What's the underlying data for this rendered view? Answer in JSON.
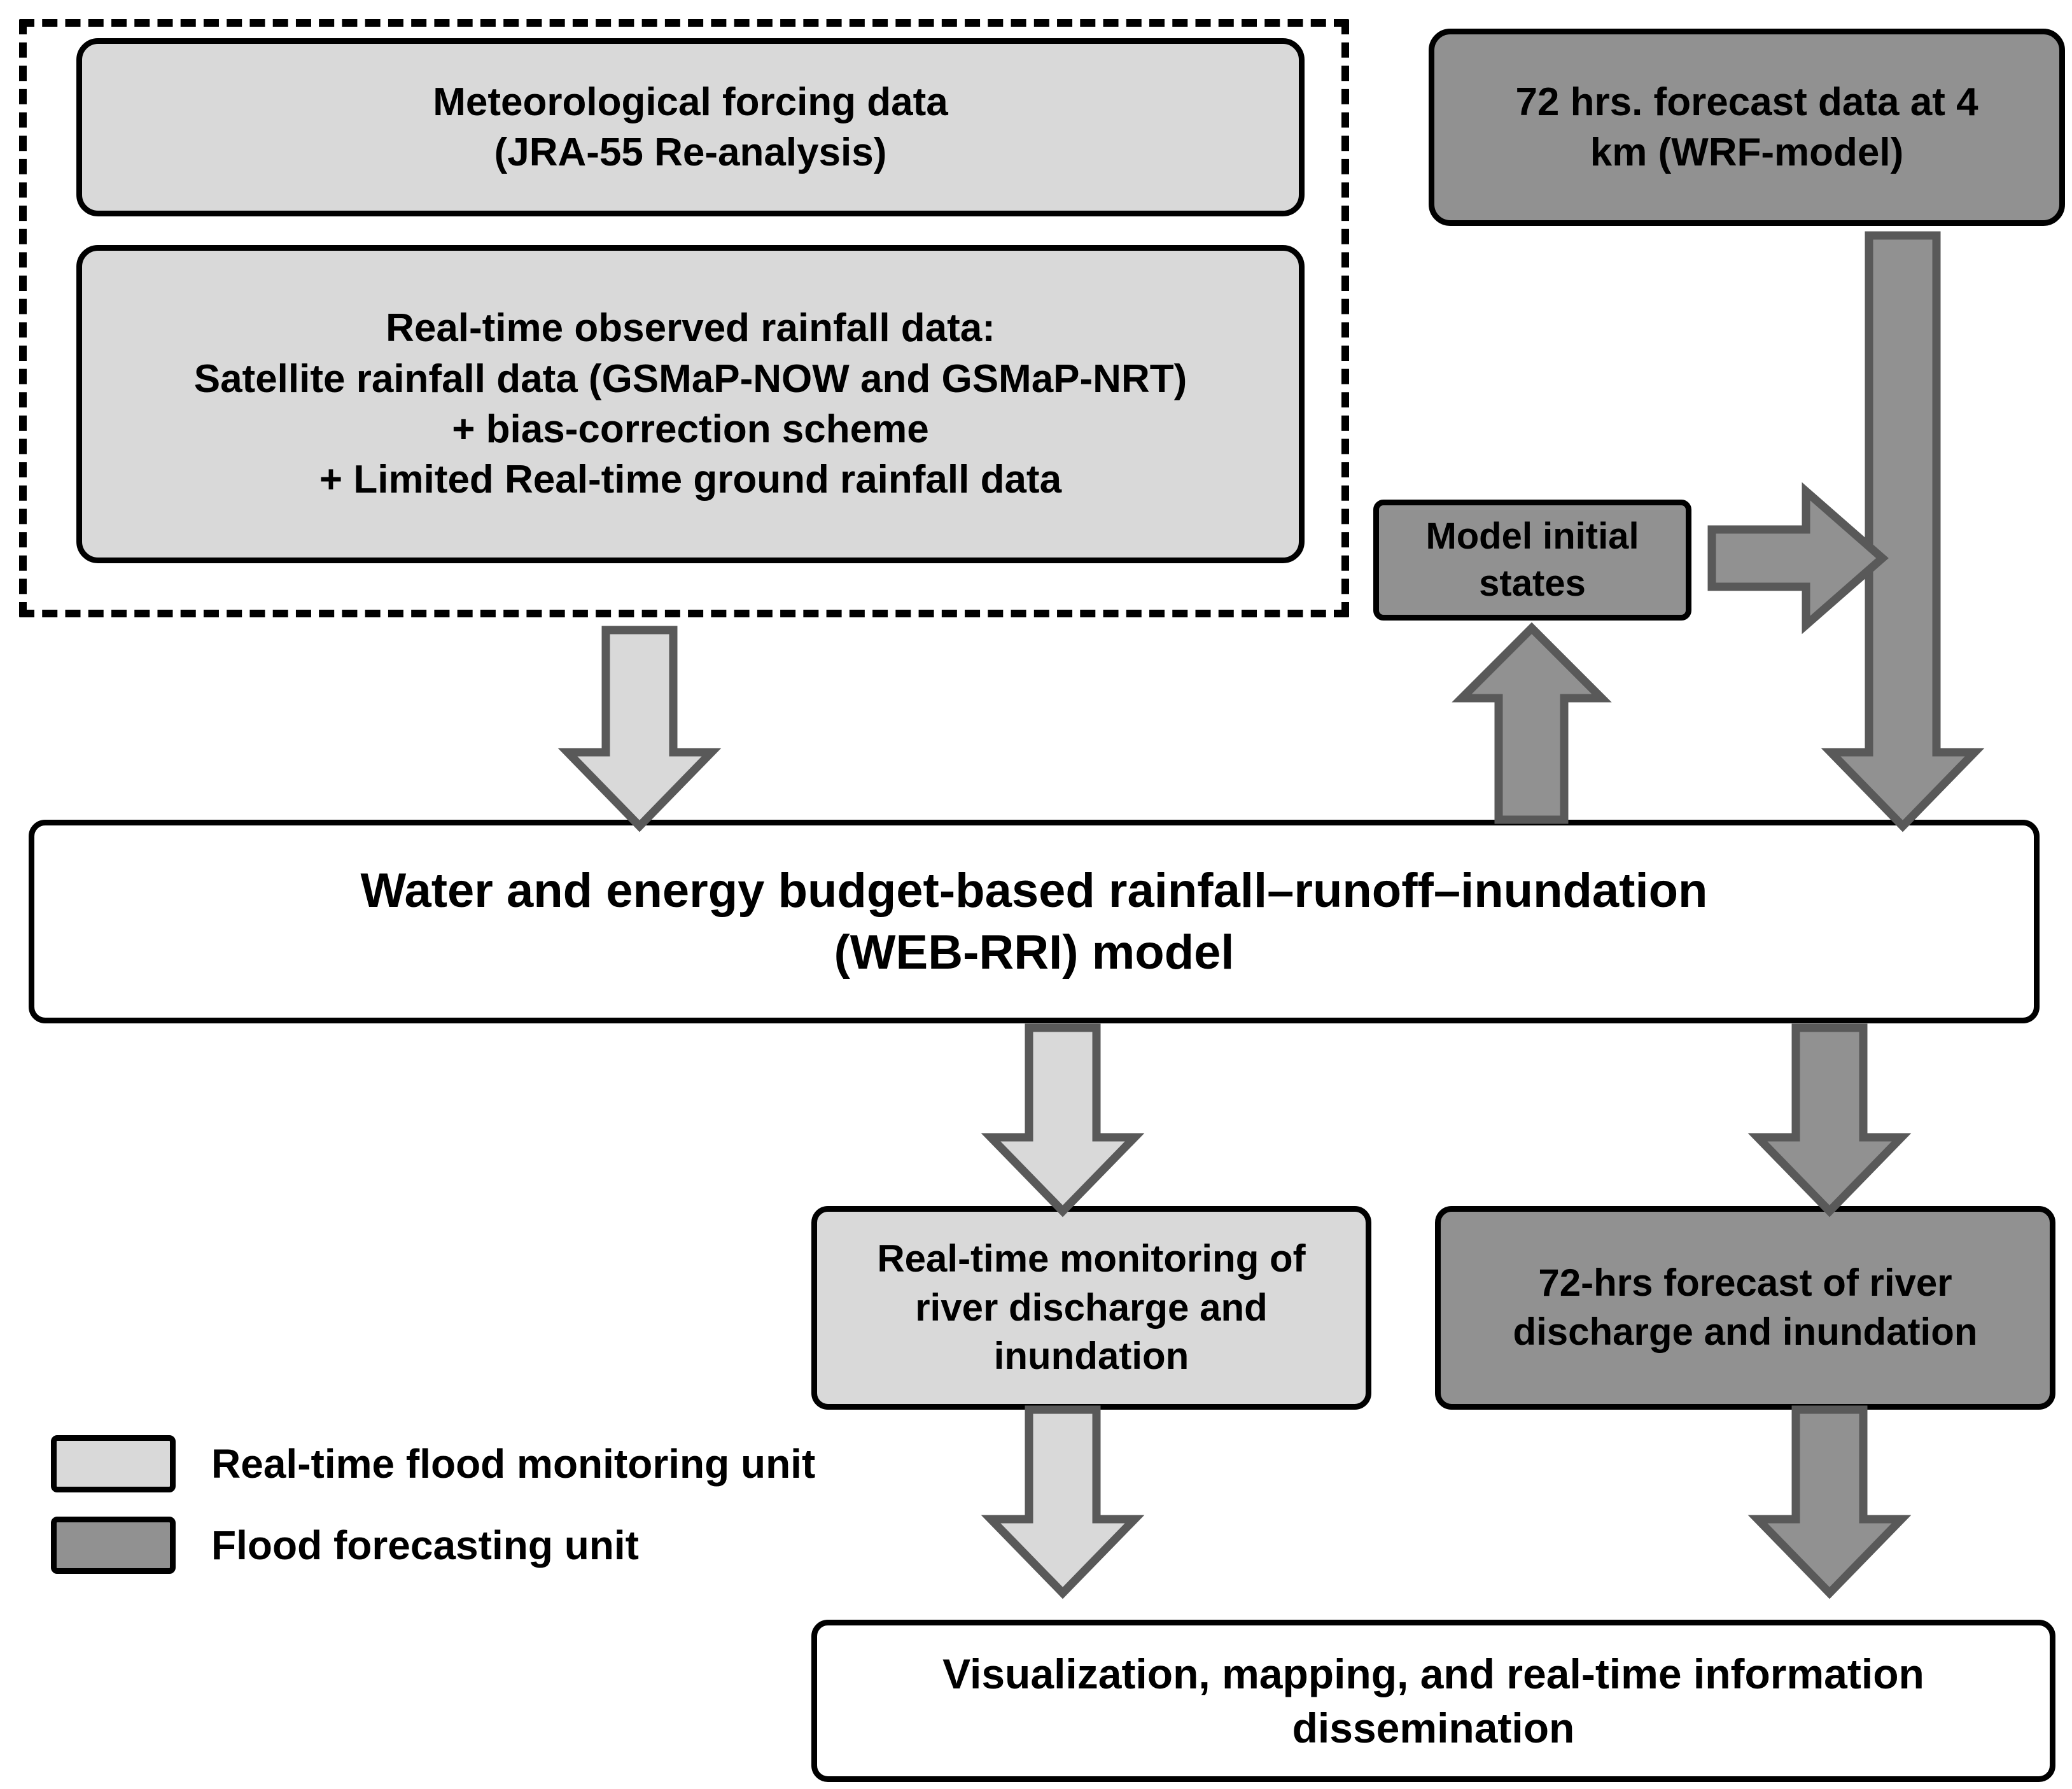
{
  "diagram": {
    "title": "Real-time flood monitoring and forecasting system flowchart",
    "colors": {
      "monitoring_unit_fill": "#d9d9d9",
      "forecasting_unit_fill": "#919191",
      "plain_fill": "#ffffff",
      "outline": "#000000",
      "arrow_outline": "#595959",
      "arrow_light_fill": "#d9d9d9",
      "arrow_dark_fill": "#919191"
    }
  },
  "nodes": {
    "meteorological_forcing": {
      "line1": "Meteorological forcing data",
      "line2": "(JRA-55 Re-analysis)",
      "unit": "Real-time flood monitoring unit"
    },
    "observed_rainfall": {
      "line1": "Real-time observed rainfall data:",
      "line2": "Satellite rainfall data (GSMaP-NOW and GSMaP-NRT)",
      "line3": "+ bias-correction scheme",
      "line4": "+ Limited Real-time ground rainfall data",
      "unit": "Real-time flood monitoring unit"
    },
    "forecast_data": {
      "line1": "72 hrs. forecast data at 4",
      "line2": "km (WRF-model)",
      "unit": "Flood forecasting unit"
    },
    "model_initial_states": {
      "line1": "Model initial",
      "line2": "states",
      "unit": "Flood forecasting unit"
    },
    "web_rri_model": {
      "line1": "Water and energy budget-based rainfall–runoff–inundation",
      "line2": "(WEB-RRI) model"
    },
    "realtime_monitoring_output": {
      "line1": "Real-time monitoring of",
      "line2": "river discharge and",
      "line3": "inundation",
      "unit": "Real-time flood monitoring unit"
    },
    "forecast_output": {
      "line1": "72-hrs forecast of river",
      "line2": "discharge and inundation",
      "unit": "Flood forecasting unit"
    },
    "visualization": {
      "line1": "Visualization, mapping, and real-time information",
      "line2": "dissemination"
    }
  },
  "legend": {
    "items": [
      {
        "swatch_color": "#d9d9d9",
        "label": "Real-time flood monitoring unit"
      },
      {
        "swatch_color": "#919191",
        "label": "Flood forecasting unit"
      }
    ]
  },
  "flow": {
    "edges": [
      {
        "from": "observed_rainfall_group",
        "to": "web_rri_model",
        "style": "light-arrow-down"
      },
      {
        "from": "forecast_data",
        "to": "web_rri_model",
        "style": "dark-arrow-down"
      },
      {
        "from": "model_initial_states",
        "to": "forecast_data_path",
        "style": "dark-arrow-right"
      },
      {
        "from": "web_rri_model",
        "to": "model_initial_states",
        "style": "dark-arrow-up"
      },
      {
        "from": "web_rri_model",
        "to": "realtime_monitoring_output",
        "style": "light-arrow-down"
      },
      {
        "from": "web_rri_model",
        "to": "forecast_output",
        "style": "dark-arrow-down"
      },
      {
        "from": "realtime_monitoring_output",
        "to": "visualization",
        "style": "light-arrow-down"
      },
      {
        "from": "forecast_output",
        "to": "visualization",
        "style": "dark-arrow-down"
      }
    ]
  }
}
